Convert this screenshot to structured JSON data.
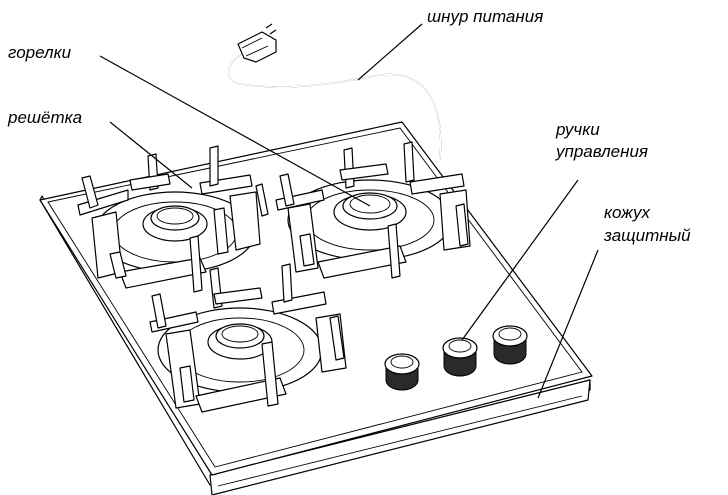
{
  "labels": {
    "power_cord": "шнур питания",
    "burners": "горелки",
    "grate": "решётка",
    "knobs_line1": "ручки",
    "knobs_line2": "управления",
    "casing_line1": "кожух",
    "casing_line2": "защитный"
  },
  "colors": {
    "line": "#000000",
    "background": "#ffffff",
    "fill": "#ffffff"
  }
}
